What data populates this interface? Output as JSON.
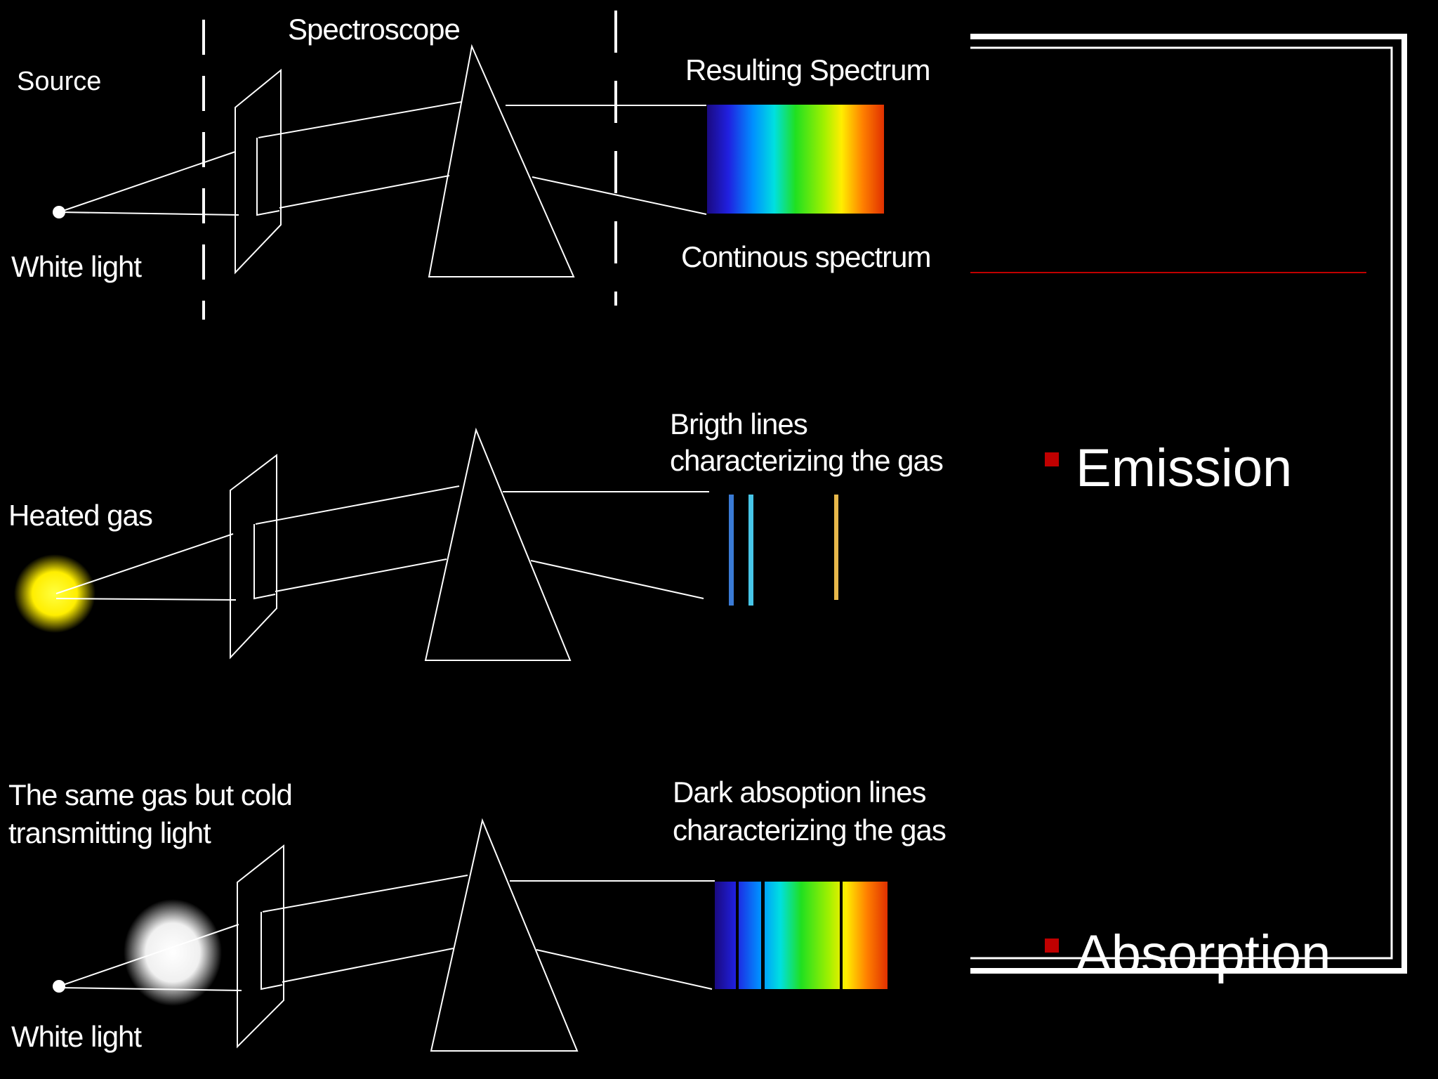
{
  "diagram": {
    "labels": {
      "spectroscope": "Spectroscope",
      "source": "Source",
      "white_light_top": "White light",
      "resulting_spectrum": "Resulting Spectrum",
      "continuous_spectrum": "Continous spectrum",
      "heated_gas": "Heated gas",
      "bright_lines_1": "Brigth lines",
      "bright_lines_2": "characterizing the gas",
      "cold_gas_1": "The same gas but cold",
      "cold_gas_2": "transmitting light",
      "dark_lines_1": "Dark absoption lines",
      "dark_lines_2": "characterizing the gas",
      "white_light_bottom": "White light"
    }
  },
  "slide": {
    "bullets": [
      {
        "label": "Emission"
      },
      {
        "label": "Absorption"
      }
    ],
    "colors": {
      "background": "#000000",
      "accent": "#c00000",
      "frame": "#ffffff",
      "heated_gas": "#ffee00",
      "emission_line_blue": "#3a7bd5",
      "emission_line_cyan": "#47c6e8",
      "emission_line_yellow": "#e8b84a"
    }
  }
}
